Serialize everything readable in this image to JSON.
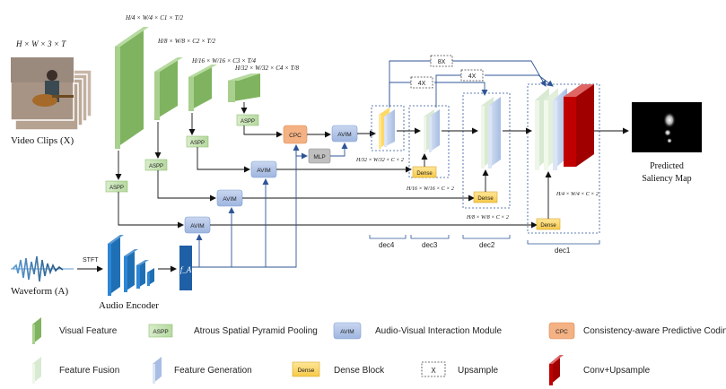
{
  "inputs": {
    "video_dim": "H × W × 3 × T",
    "video_label": "Video Clips (X)",
    "waveform_label": "Waveform (A)",
    "stft_label": "STFT",
    "audio_encoder_label": "Audio Encoder",
    "fa_label": "f_A"
  },
  "features": {
    "f1": "H/4 × W/4 × C1 × T/2",
    "f2": "H/8 × W/8 × C2 × T/2",
    "f3": "H/16 × W/16 × C3 × T/4",
    "f4": "H/32 × W/32 × C4 × T/8"
  },
  "modules": {
    "aspp": "ASPP",
    "avim": "AVIM",
    "cpc": "CPC",
    "mlp": "MLP",
    "dense": "Dense",
    "up8": "8X",
    "up4a": "4X",
    "up4b": "4X"
  },
  "decoder": {
    "d4_dim": "H/32 × W/32 × C × 2",
    "d3_dim": "H/16 × W/16 × C × 2",
    "d2_dim": "H/8 × W/8 × C × 2",
    "d1_dim": "H/4 × W/4 × C × 2",
    "dec4": "dec4",
    "dec3": "dec3",
    "dec2": "dec2",
    "dec1": "dec1"
  },
  "output": {
    "line1": "Predicted",
    "line2": "Saliency Map"
  },
  "legend": {
    "visual_feature": "Visual Feature",
    "aspp_swatch": "ASPP",
    "aspp": "Atrous Spatial Pyramid Pooling",
    "avim_swatch": "AVIM",
    "avim": "Audio-Visual Interaction Module",
    "cpc_swatch": "CPC",
    "cpc": "Consistency-aware Predictive Coding",
    "feature_fusion": "Feature Fusion",
    "feature_generation": "Feature Generation",
    "dense_swatch": "Dense",
    "dense": "Dense Block",
    "upsample_swatch": "X",
    "upsample": "Upsample",
    "conv_upsample": "Conv+Upsample"
  },
  "colors": {
    "visual_green": "#8dbf6e",
    "aspp_green": "#c7e3b4",
    "avim_blue": "#b4c6e7",
    "cpc_orange": "#f4b183",
    "fusion_green": "#e2efda",
    "generation_blue": "#c9d6ec",
    "dense_yellow": "#ffd966",
    "conv_red": "#c00000",
    "arrow_blue": "#2f5597"
  }
}
